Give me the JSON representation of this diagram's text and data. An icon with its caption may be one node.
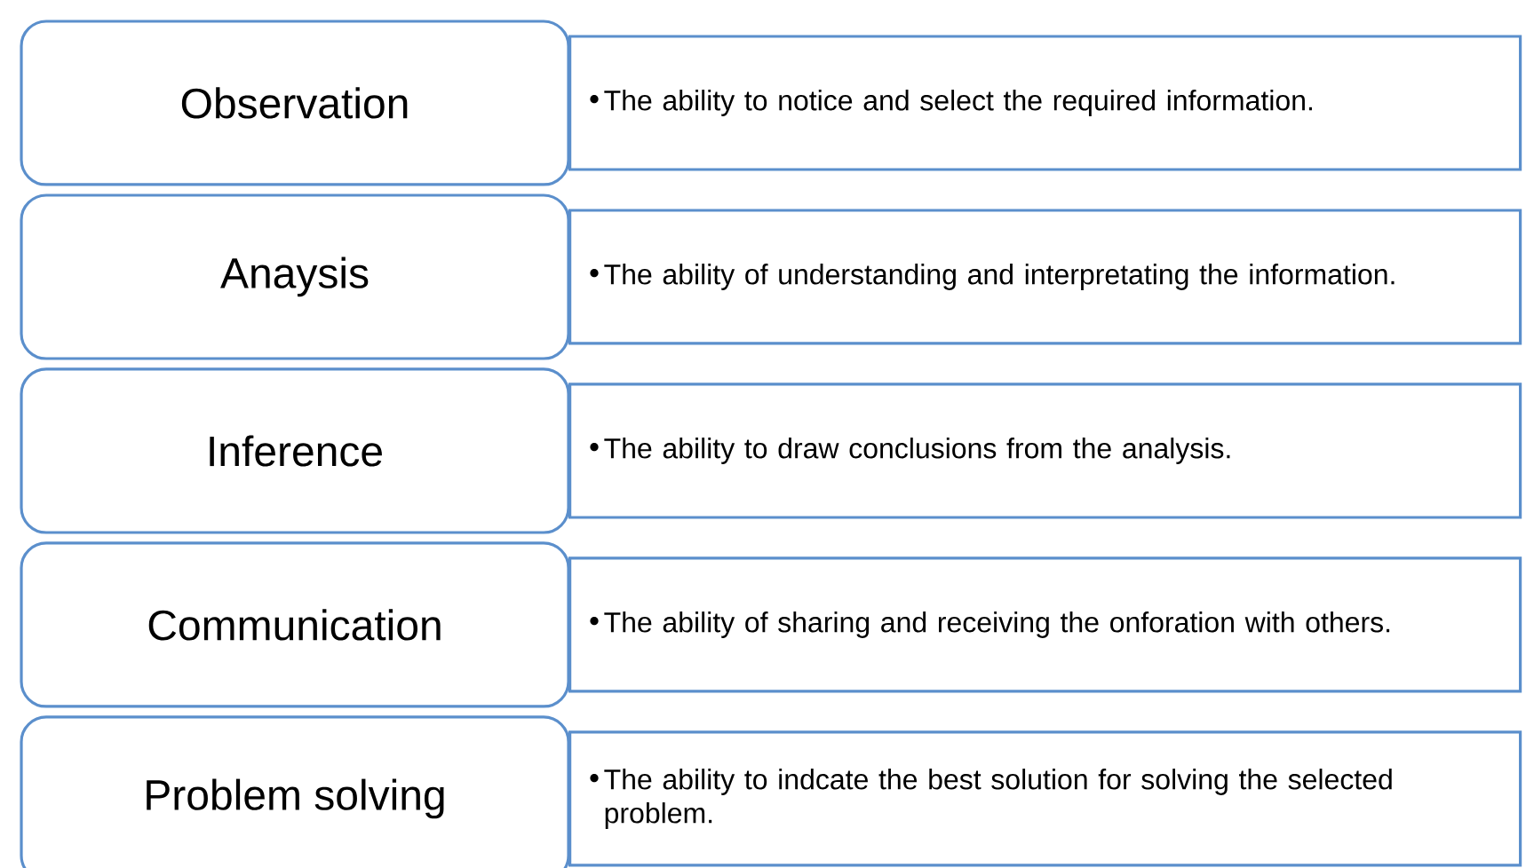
{
  "diagram": {
    "nodes": [
      {
        "text": [
          "Observation"
        ]
      },
      {
        "text": [
          "The ability to notice and select the required information."
        ]
      },
      {
        "text": [
          "Anaysis"
        ]
      },
      {
        "text": [
          "The ability of understanding and interpretating the information."
        ]
      },
      {
        "text": [
          "Inference"
        ]
      },
      {
        "text": [
          "The ability to draw conclusions from the analysis."
        ]
      },
      {
        "text": [
          "Communication"
        ]
      },
      {
        "text": [
          "The ability of sharing and receiving the onforation with others."
        ]
      },
      {
        "text": [
          "Problem solving"
        ]
      },
      {
        "text": [
          "The ability to indcate the best solution for solving the selected problem."
        ]
      }
    ]
  }
}
